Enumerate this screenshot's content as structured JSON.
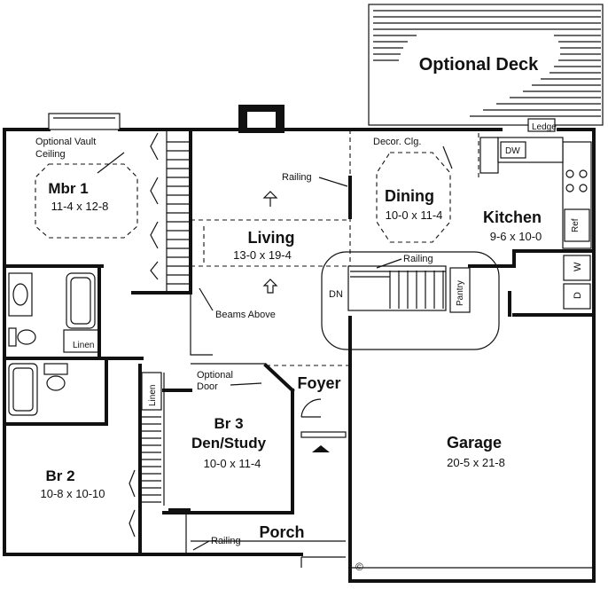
{
  "rooms": {
    "deck": {
      "name": "Optional Deck"
    },
    "mbr": {
      "name": "Mbr 1",
      "dims": "11-4 x 12-8"
    },
    "dining": {
      "name": "Dining",
      "dims": "10-0 x 11-4"
    },
    "kitchen": {
      "name": "Kitchen",
      "dims": "9-6 x 10-0"
    },
    "living": {
      "name": "Living",
      "dims": "13-0 x 19-4"
    },
    "foyer": {
      "name": "Foyer"
    },
    "br3": {
      "name": "Br 3",
      "name2": "Den/Study",
      "dims": "10-0 x 11-4"
    },
    "garage": {
      "name": "Garage",
      "dims": "20-5 x 21-8"
    },
    "br2": {
      "name": "Br 2",
      "dims": "10-8 x 10-10"
    },
    "porch": {
      "name": "Porch"
    }
  },
  "notes": {
    "vault1": "Optional Vault",
    "vault2": "Ceiling",
    "railing_living": "Railing",
    "decor": "Decor. Clg.",
    "ledge": "Ledge",
    "dw": "DW",
    "ref": "Ref",
    "railing_stair": "Railing",
    "dn": "DN",
    "pantry": "Pantry",
    "w": "W",
    "d": "D",
    "beams": "Beams Above",
    "linen1": "Linen",
    "linen2": "Linen",
    "opt_door1": "Optional",
    "opt_door2": "Door",
    "railing_porch": "Railing",
    "copyright": "©"
  }
}
